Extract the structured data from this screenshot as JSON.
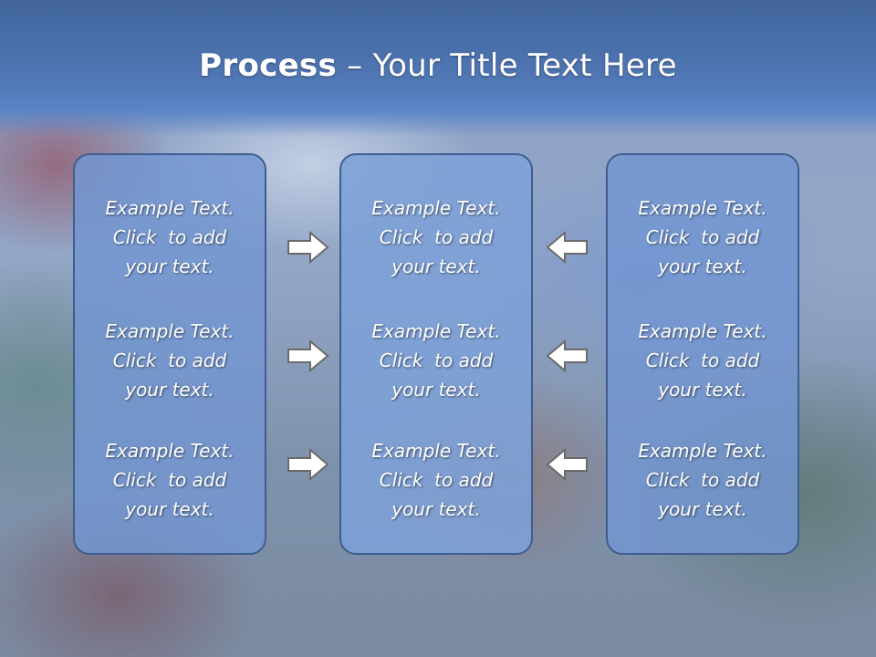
{
  "slide": {
    "title_bold": "Process",
    "title_rest": " – Your Title Text Here"
  },
  "columns": [
    {
      "items": [
        {
          "text": "Example Text.\nClick  to add\nyour text."
        },
        {
          "text": "Example Text.\nClick  to add\nyour text."
        },
        {
          "text": "Example Text.\nClick  to add\nyour text."
        }
      ]
    },
    {
      "items": [
        {
          "text": "Example Text.\nClick  to add\nyour text."
        },
        {
          "text": "Example Text.\nClick  to add\nyour text."
        },
        {
          "text": "Example Text.\nClick  to add\nyour text."
        }
      ]
    },
    {
      "items": [
        {
          "text": "Example Text.\nClick  to add\nyour text."
        },
        {
          "text": "Example Text.\nClick  to add\nyour text."
        },
        {
          "text": "Example Text.\nClick  to add\nyour text."
        }
      ]
    }
  ],
  "arrows": {
    "left_group": [
      "arrow-right-icon",
      "arrow-right-icon",
      "arrow-right-icon"
    ],
    "right_group": [
      "arrow-left-icon",
      "arrow-left-icon",
      "arrow-left-icon"
    ]
  },
  "colors": {
    "header": "#4f76b3",
    "box_fill": "#7396d2",
    "box_border": "#3f5d8f",
    "text": "#ffffff"
  }
}
